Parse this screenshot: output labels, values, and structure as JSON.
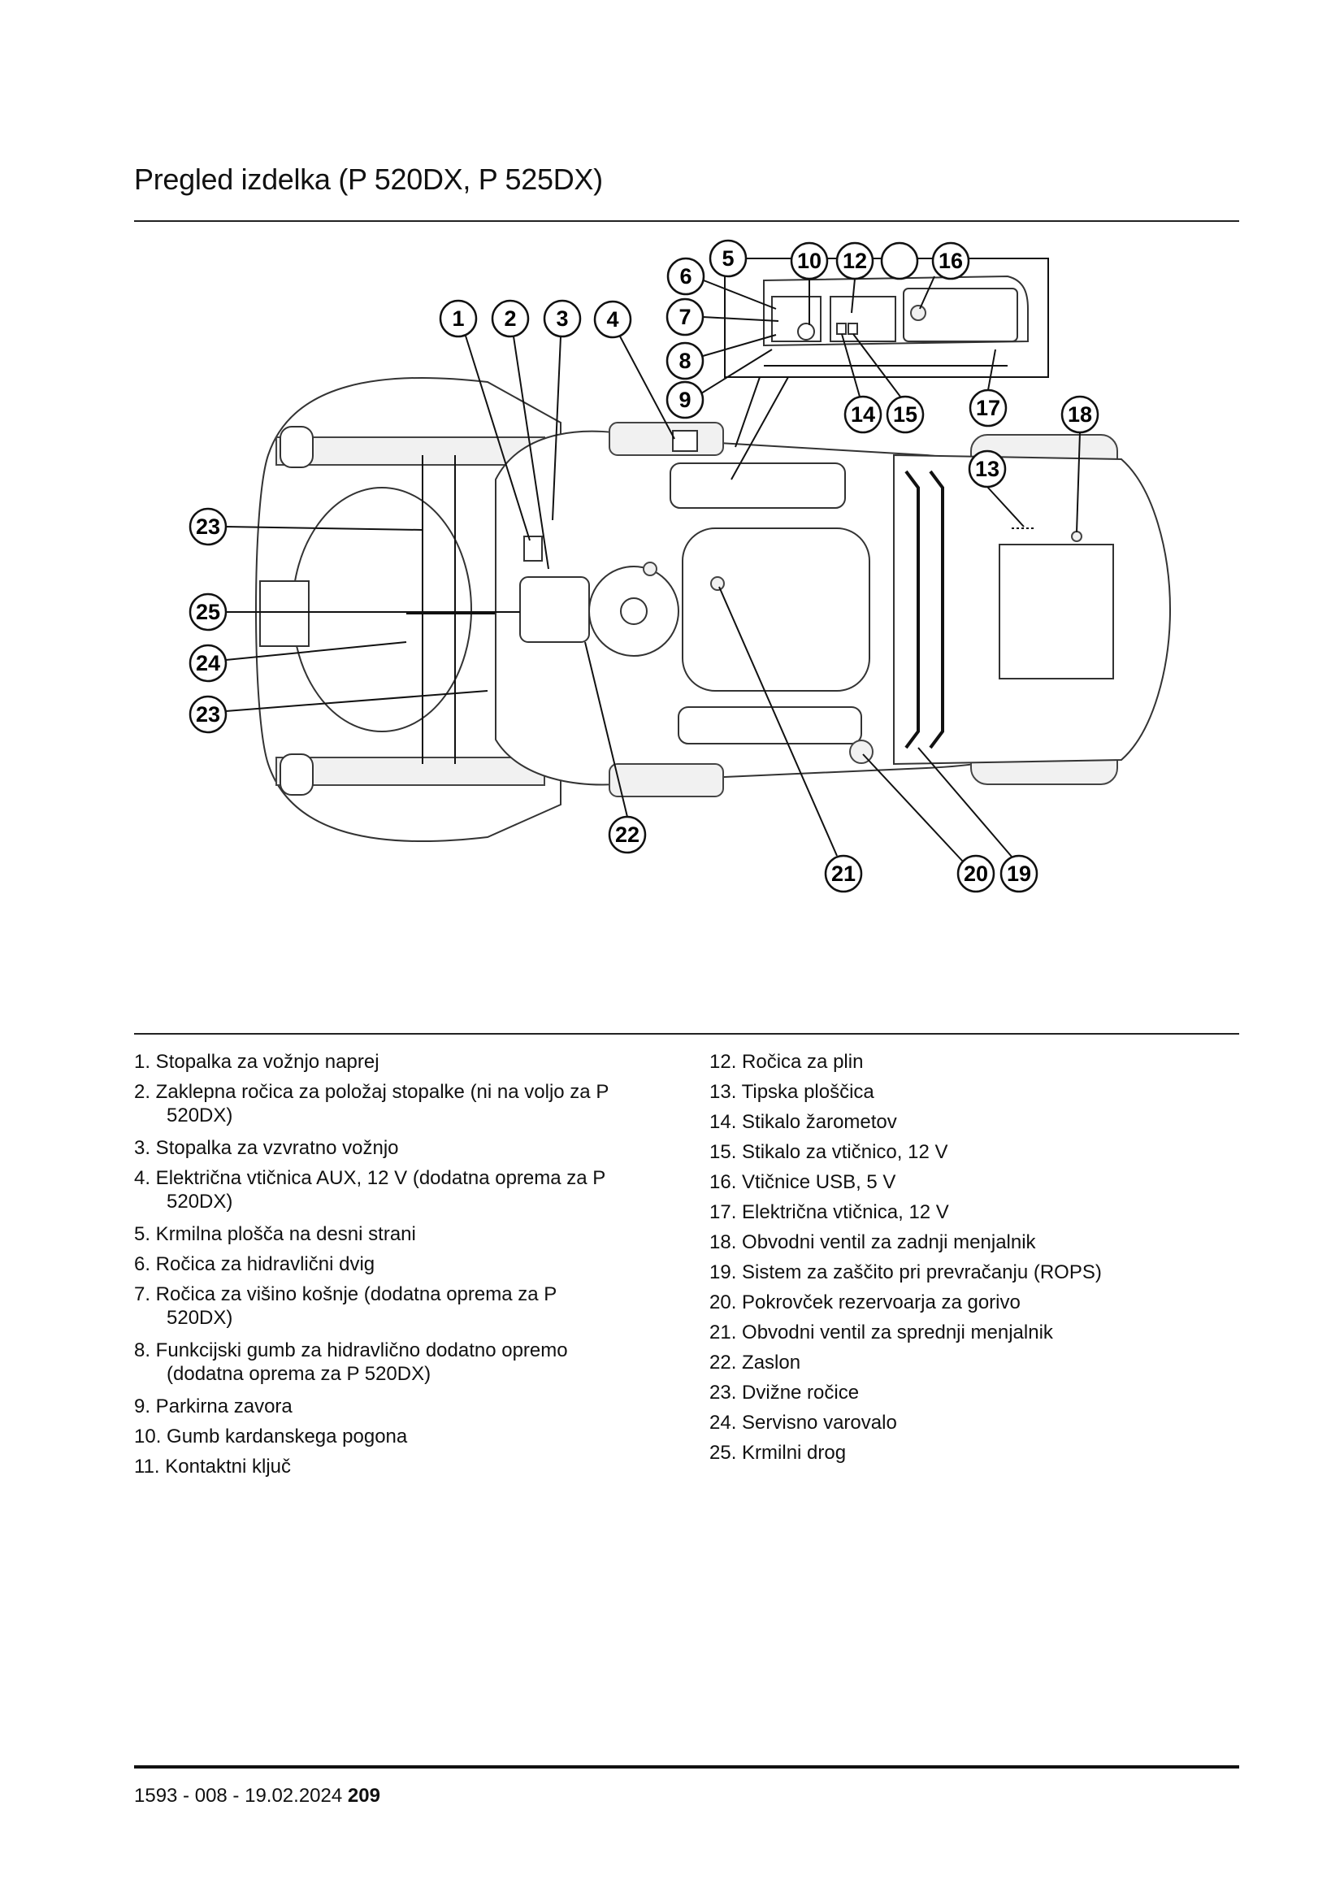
{
  "title": "Pregled izdelka (P 520DX, P 525DX)",
  "callouts": {
    "c1": "1",
    "c2": "2",
    "c3": "3",
    "c4": "4",
    "c5": "5",
    "c6": "6",
    "c7": "7",
    "c8": "8",
    "c9": "9",
    "c10": "10",
    "c12": "12",
    "c13": "13",
    "c14": "14",
    "c15": "15",
    "c16": "16",
    "c17": "17",
    "c18": "18",
    "c19": "19",
    "c20": "20",
    "c21": "21",
    "c22": "22",
    "c23": "23",
    "c24": "24",
    "c25": "25"
  },
  "legend_left": [
    {
      "text": "1. Stopalka za vožnjo naprej"
    },
    {
      "text": "2. Zaklepna ročica za položaj stopalke (ni na voljo za P",
      "cont": "520DX)"
    },
    {
      "text": "3. Stopalka za vzvratno vožnjo"
    },
    {
      "text": "4. Električna vtičnica AUX, 12 V (dodatna oprema za P",
      "cont": "520DX)"
    },
    {
      "text": "5. Krmilna plošča na desni strani"
    },
    {
      "text": "6. Ročica za hidravlični dvig"
    },
    {
      "text": "7. Ročica za višino košnje (dodatna oprema za P",
      "cont": "520DX)"
    },
    {
      "text": "8. Funkcijski gumb za hidravlično dodatno opremo",
      "cont": "(dodatna oprema za P 520DX)"
    },
    {
      "text": "9. Parkirna zavora"
    },
    {
      "text": "10. Gumb kardanskega pogona"
    },
    {
      "text": "11. Kontaktni ključ"
    }
  ],
  "legend_right": [
    {
      "text": "12. Ročica za plin"
    },
    {
      "text": "13. Tipska ploščica"
    },
    {
      "text": "14. Stikalo žarometov"
    },
    {
      "text": "15. Stikalo za vtičnico, 12 V"
    },
    {
      "text": "16. Vtičnice USB, 5 V"
    },
    {
      "text": "17. Električna vtičnica, 12 V"
    },
    {
      "text": "18. Obvodni ventil za zadnji menjalnik"
    },
    {
      "text": "19. Sistem za zaščito pri prevračanju (ROPS)"
    },
    {
      "text": "20. Pokrovček rezervoarja za gorivo"
    },
    {
      "text": "21. Obvodni ventil za sprednji menjalnik"
    },
    {
      "text": "22. Zaslon"
    },
    {
      "text": "23. Dvižne ročice"
    },
    {
      "text": "24. Servisno varovalo"
    },
    {
      "text": "25. Krmilni drog"
    }
  ],
  "footer": {
    "doc": "1593 - 008 - 19.02.2024",
    "page": "209"
  }
}
